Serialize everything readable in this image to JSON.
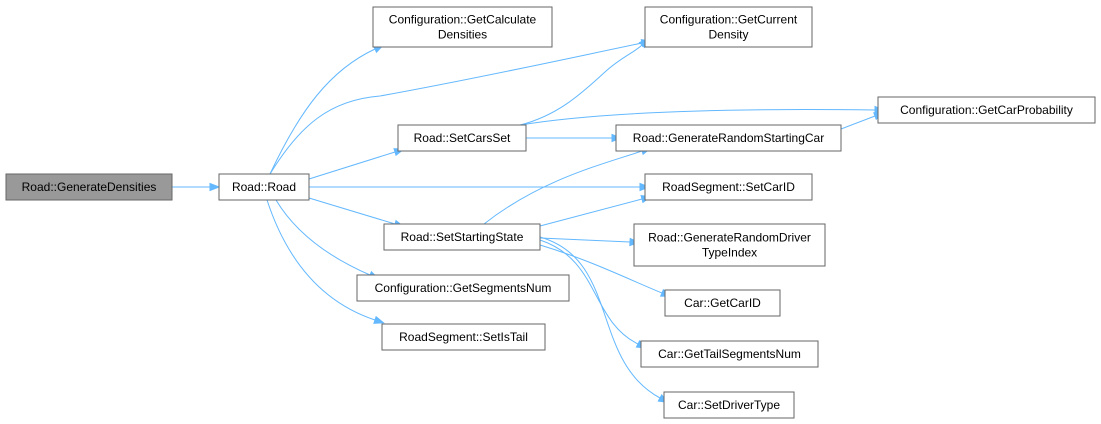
{
  "diagram": {
    "type": "call-graph",
    "colors": {
      "edge": "#63b8ff",
      "node_border": "#666666",
      "root_fill": "#999999",
      "node_fill": "#ffffff"
    },
    "nodes": [
      {
        "id": "gen_densities",
        "label": [
          "Road::GenerateDensities"
        ],
        "root": true
      },
      {
        "id": "road_ctor",
        "label": [
          "Road::Road"
        ]
      },
      {
        "id": "cfg_calc",
        "label": [
          "Configuration::GetCalculate",
          "Densities"
        ]
      },
      {
        "id": "cfg_current",
        "label": [
          "Configuration::GetCurrent",
          "Density"
        ]
      },
      {
        "id": "set_cars_set",
        "label": [
          "Road::SetCarsSet"
        ]
      },
      {
        "id": "cfg_car_prob",
        "label": [
          "Configuration::GetCarProbability"
        ]
      },
      {
        "id": "gen_rand_car",
        "label": [
          "Road::GenerateRandomStartingCar"
        ]
      },
      {
        "id": "seg_set_car_id",
        "label": [
          "RoadSegment::SetCarID"
        ]
      },
      {
        "id": "set_starting_state",
        "label": [
          "Road::SetStartingState"
        ]
      },
      {
        "id": "gen_rand_driver",
        "label": [
          "Road::GenerateRandomDriver",
          "TypeIndex"
        ]
      },
      {
        "id": "cfg_segments_num",
        "label": [
          "Configuration::GetSegmentsNum"
        ]
      },
      {
        "id": "car_get_id",
        "label": [
          "Car::GetCarID"
        ]
      },
      {
        "id": "seg_set_is_tail",
        "label": [
          "RoadSegment::SetIsTail"
        ]
      },
      {
        "id": "car_tail_num",
        "label": [
          "Car::GetTailSegmentsNum"
        ]
      },
      {
        "id": "car_set_driver",
        "label": [
          "Car::SetDriverType"
        ]
      }
    ],
    "edges": [
      {
        "from": "gen_densities",
        "to": "road_ctor"
      },
      {
        "from": "road_ctor",
        "to": "cfg_calc"
      },
      {
        "from": "road_ctor",
        "to": "cfg_current"
      },
      {
        "from": "road_ctor",
        "to": "set_cars_set"
      },
      {
        "from": "road_ctor",
        "to": "seg_set_car_id"
      },
      {
        "from": "road_ctor",
        "to": "set_starting_state"
      },
      {
        "from": "road_ctor",
        "to": "cfg_segments_num"
      },
      {
        "from": "road_ctor",
        "to": "seg_set_is_tail"
      },
      {
        "from": "set_cars_set",
        "to": "cfg_current"
      },
      {
        "from": "set_cars_set",
        "to": "cfg_car_prob"
      },
      {
        "from": "set_cars_set",
        "to": "gen_rand_car"
      },
      {
        "from": "gen_rand_car",
        "to": "cfg_car_prob"
      },
      {
        "from": "set_starting_state",
        "to": "gen_rand_car"
      },
      {
        "from": "set_starting_state",
        "to": "seg_set_car_id"
      },
      {
        "from": "set_starting_state",
        "to": "gen_rand_driver"
      },
      {
        "from": "set_starting_state",
        "to": "car_get_id"
      },
      {
        "from": "set_starting_state",
        "to": "car_tail_num"
      },
      {
        "from": "set_starting_state",
        "to": "car_set_driver"
      }
    ]
  }
}
